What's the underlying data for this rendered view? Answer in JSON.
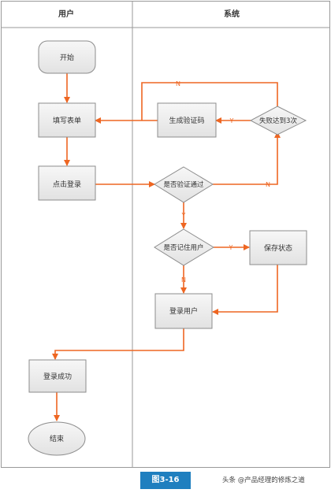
{
  "lanes": {
    "user": "用户",
    "system": "系统"
  },
  "nodes": {
    "start": "开始",
    "fill_form": "填写表单",
    "click_login": "点击登录",
    "success": "登录成功",
    "end": "结束",
    "gen_code": "生成验证码",
    "fail3": "失败达到3次",
    "verify": "是否验证通过",
    "remember": "是否记住用户",
    "save_state": "保存状态",
    "login_user": "登录用户"
  },
  "edge_labels": {
    "fail3_no": "N",
    "fail3_yes": "Y",
    "verify_no": "N",
    "verify_yes": "Y",
    "remember_yes": "Y",
    "remember_no": "N"
  },
  "caption": {
    "figure": "图3-16",
    "credit": "头条 @产品经理的修炼之道"
  },
  "colors": {
    "arrow": "#ee6622",
    "lane_border": "#999999",
    "shape_fill": "#eaeaea",
    "shape_stroke": "#8c8c8c",
    "figure_tag": "#1f7fbf"
  }
}
